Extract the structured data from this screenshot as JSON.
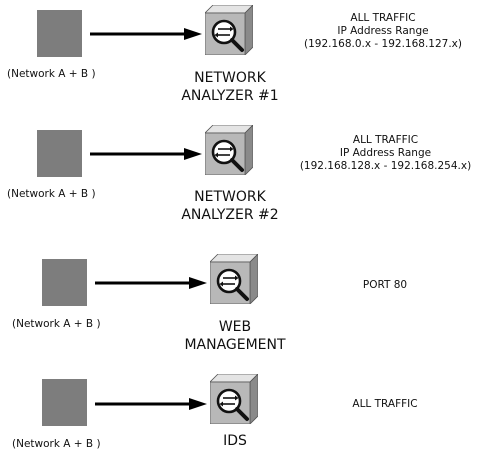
{
  "rows": [
    {
      "source_label": "(Network A + B )",
      "device_name": [
        "NETWORK",
        "ANALYZER #1"
      ],
      "device_icon": "network-analyzer-icon",
      "description": [
        "ALL TRAFFIC",
        "IP Address Range",
        "(192.168.0.x - 192.168.127.x)"
      ]
    },
    {
      "source_label": "(Network A + B )",
      "device_name": [
        "NETWORK",
        "ANALYZER #2"
      ],
      "device_icon": "network-analyzer-icon",
      "description": [
        "ALL TRAFFIC",
        "IP Address Range",
        "(192.168.128.x - 192.168.254.x)"
      ]
    },
    {
      "source_label": "(Network A + B )",
      "device_name": [
        "WEB",
        "MANAGEMENT"
      ],
      "device_icon": "network-analyzer-icon",
      "description": [
        "PORT 80"
      ]
    },
    {
      "source_label": "(Network A + B )",
      "device_name": [
        "IDS"
      ],
      "device_icon": "network-analyzer-icon",
      "description": [
        "ALL TRAFFIC"
      ]
    }
  ]
}
